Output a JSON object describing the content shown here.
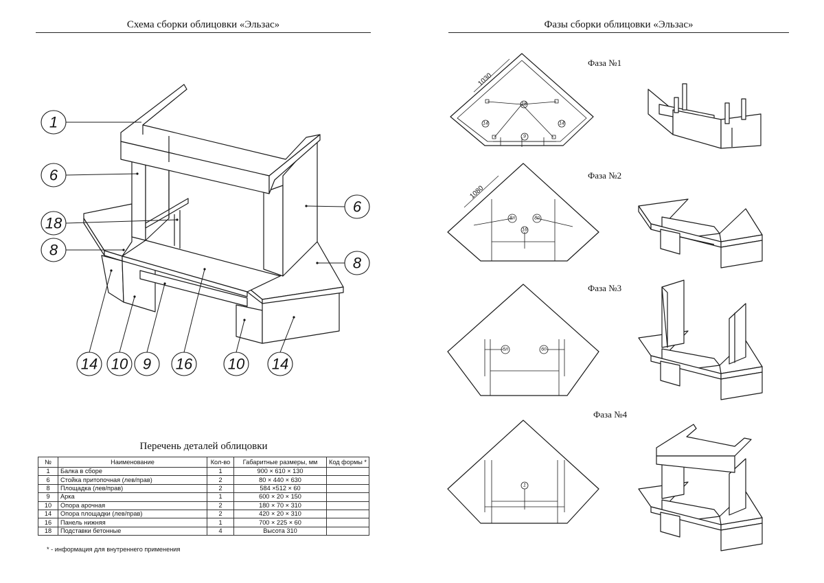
{
  "left_sheet": {
    "title": "Схема сборки облицовки «Эльзас»",
    "callouts": {
      "c1": "1",
      "c6_left": "6",
      "c18": "18",
      "c8_left": "8",
      "c6_right": "6",
      "c8_right": "8",
      "c14_a": "14",
      "c10_a": "10",
      "c9": "9",
      "c16": "16",
      "c10_b": "10",
      "c14_b": "14"
    },
    "parts_table": {
      "title": "Перечень деталей облицовки",
      "headers": {
        "num": "№",
        "name": "Наименование",
        "qty": "Кол-во",
        "size": "Габаритные размеры, мм",
        "code": "Код формы *"
      },
      "rows": [
        {
          "num": "1",
          "name": "Балка в сборе",
          "qty": "1",
          "size": "900 × 610 × 130",
          "code": ""
        },
        {
          "num": "6",
          "name": "Стойка притопочная (лев/прав)",
          "qty": "2",
          "size": "80 × 440 × 630",
          "code": ""
        },
        {
          "num": "8",
          "name": "Площадка (лев/прав)",
          "qty": "2",
          "size": "584 ×512 × 60",
          "code": ""
        },
        {
          "num": "9",
          "name": "Арка",
          "qty": "1",
          "size": "600 × 20 × 150",
          "code": ""
        },
        {
          "num": "10",
          "name": "Опора арочная",
          "qty": "2",
          "size": "180 × 70 × 310",
          "code": ""
        },
        {
          "num": "14",
          "name": "Опора площадки (лев/прав)",
          "qty": "2",
          "size": "420 × 20 × 310",
          "code": ""
        },
        {
          "num": "16",
          "name": "Панель нижняя",
          "qty": "1",
          "size": "700 × 225 × 60",
          "code": ""
        },
        {
          "num": "18",
          "name": "Подставки бетонные",
          "qty": "4",
          "size": "Высота 310",
          "code": ""
        }
      ],
      "footnote": "* - информация для внутреннего применения"
    }
  },
  "right_sheet": {
    "title": "Фазы сборки облицовки «Эльзас»",
    "phases": [
      {
        "label": "Фаза №1",
        "dimension": "1030",
        "marks": {
          "a": "18",
          "b": "14",
          "c": "14",
          "d": "9"
        }
      },
      {
        "label": "Фаза №2",
        "dimension": "1080",
        "marks": {
          "a": "8л",
          "b": "8п",
          "c": "16"
        }
      },
      {
        "label": "Фаза №3",
        "marks": {
          "a": "6л",
          "b": "6п"
        }
      },
      {
        "label": "Фаза №4",
        "marks": {
          "a": "1"
        }
      }
    ]
  }
}
